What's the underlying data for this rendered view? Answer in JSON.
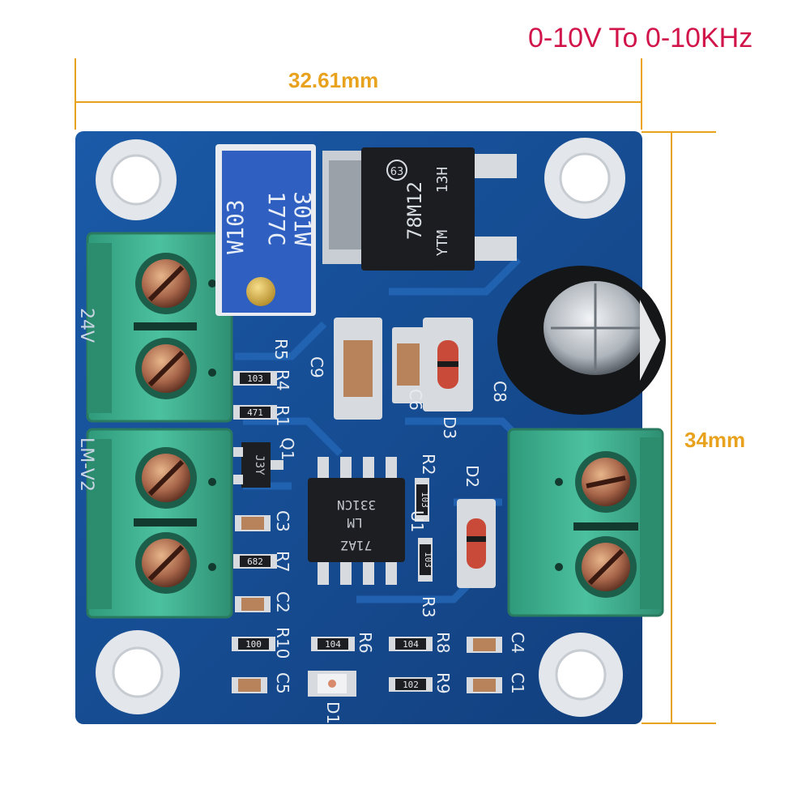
{
  "title": "0-10V To 0-10KHz",
  "dimensions": {
    "width": "32.61mm",
    "height": "34mm"
  },
  "components": {
    "trimmer_marking_1": "W103",
    "trimmer_marking_2": "177C",
    "trimmer_marking_3": "301W",
    "regulator_marking": "78M12",
    "regulator_code_1": "13H",
    "regulator_code_2": "YTM",
    "regulator_badge": "63",
    "ic_marking_1": "LM",
    "ic_marking_2": "331CN",
    "ic_marking_3": "71AZ",
    "transistor_marking": "J3Y",
    "resistor_103": "103",
    "resistor_471": "471",
    "resistor_682": "682",
    "resistor_100": "100",
    "resistor_104a": "104",
    "resistor_104b": "104",
    "resistor_102": "102",
    "resistor_103b": "103",
    "resistor_103c": "103"
  },
  "silkscreen": {
    "r5": "R5",
    "r4": "R4",
    "r1": "R1",
    "q1": "Q1",
    "c3": "C3",
    "r7": "R7",
    "c2": "C2",
    "r10": "R10",
    "c5": "C5",
    "c9": "C9",
    "c6": "C6",
    "d3": "D3",
    "c8": "C8",
    "r2": "R2",
    "u1": "U1",
    "d2": "D2",
    "r3": "R3",
    "r6": "R6",
    "r8": "R8",
    "r9": "R9",
    "c4": "C4",
    "c1": "C1",
    "d1": "D1",
    "left_text_1": "24V",
    "left_text_2": "LM-V2"
  },
  "colors": {
    "pcb": "#17519a",
    "terminal": "#3fae8e",
    "accent_dim": "#e8a21e",
    "title": "#d1144a"
  }
}
